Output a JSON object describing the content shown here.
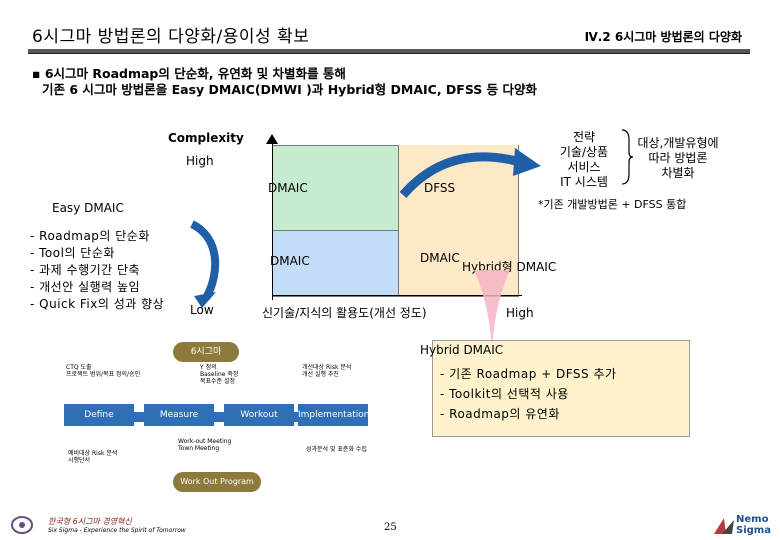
{
  "header": {
    "title": "6시그마 방법론의 다양화/용이성 확보",
    "section": "Ⅳ.2 6시그마 방법론의 다양화"
  },
  "summary": {
    "line1": "▪ 6시그마 Roadmap의 단순화, 유연화 및 차별화를 통해",
    "line2": "기존 6 시그마  방법론을 Easy DMAIC(DMWI )과 Hybrid형 DMAIC, DFSS 등 다양화"
  },
  "matrix": {
    "y_label": "Complexity",
    "y_high": "High",
    "y_low": "Low",
    "x_label": "신기술/지식의 활용도(개선 정도)",
    "x_high": "High",
    "cell_top_left": "DMAIC",
    "cell_top_right": "DFSS",
    "cell_bottom_left": "DMAIC",
    "cell_bottom_right_a": "DMAIC",
    "cell_bottom_right_b": "Hybrid형 DMAIC"
  },
  "top_right": {
    "strategy_lines": [
      "전략",
      "기술/상품",
      "서비스",
      "IT 시스템"
    ],
    "target_lines": [
      "대상,개발유형에",
      "따라 방법론",
      "차별화"
    ],
    "note": "*기존 개발방법론 + DFSS 통합"
  },
  "easy": {
    "title": "Easy DMAIC",
    "items": [
      "- Roadmap의 단순화",
      "- Tool의 단순화",
      "- 과제 수행기간 단축",
      "- 개선안 실행력 높임",
      "- Quick Fix의 성과 향상"
    ]
  },
  "hybrid": {
    "title": "Hybrid DMAIC",
    "items": [
      "- 기존 Roadmap +  DFSS 추가",
      "- Toolkit의 선택적 사용",
      "- Roadmap의 유연화"
    ]
  },
  "process": {
    "top": "6시그마",
    "steps": [
      "Define",
      "Measure",
      "Workout",
      "Implementation"
    ],
    "bottom": "Work Out Program",
    "note_ctq": "CTQ 도출\n프로젝트 범위/목표 정의/승인",
    "note_measure": "Y 정의\nBaseline 측정\n목표수준 설정",
    "note_workout": "Work-out Meeting\nTown Meeting",
    "note_impl_top": "개선대상 Risk 분석\n개선 실행 추진",
    "note_impl_bottom": "성과분석 및 표준화 수립",
    "note_bottom_left": "예비대상 Risk 분석\n시행단서"
  },
  "footer": {
    "org": "한국형 6시그마 경영혁신",
    "tagline": "Six Sigma - Experience the Spirit of Tomorrow",
    "page": "25",
    "logo_text": [
      "Nemo",
      "Sigma"
    ]
  },
  "colors": {
    "green": "#c6ecd0",
    "blue": "#c3dcf7",
    "peach": "#fde9c8",
    "process_blue": "#2f6fb5",
    "pill": "#8d7a3c",
    "yellow": "#fdf2cc"
  }
}
